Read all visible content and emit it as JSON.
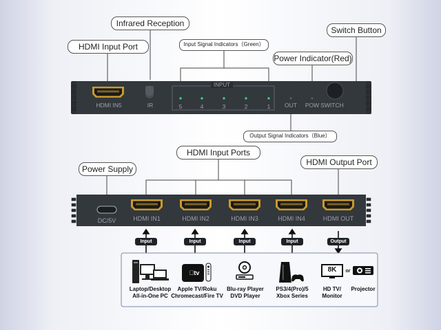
{
  "callouts": {
    "infrared_reception": "Infrared Reception",
    "hdmi_input_port": "HDMI Input Port",
    "input_signal_indicators": "Input Signal Indicators（Green）",
    "power_indicator": "Power Indicator(Red)",
    "switch_button": "Switch Button",
    "output_signal_indicators": "Output Signal Indicators（Blue）",
    "hdmi_input_ports": "HDMI Input Ports",
    "power_supply": "Power Supply",
    "hdmi_output_port": "HDMI Output Port"
  },
  "front_panel": {
    "hdmi_in5": "HDMI IN5",
    "ir": "IR",
    "input_header": "INPUT",
    "indicators": [
      "5",
      "4",
      "3",
      "2",
      "1"
    ],
    "out": "OUT",
    "pow": "POW",
    "switch": "SWITCH"
  },
  "back_panel": {
    "dc": "DC/5V",
    "ports": [
      "HDMI IN1",
      "HDMI IN2",
      "HDMI IN3",
      "HDMI IN4",
      "HDMI OUT"
    ]
  },
  "tags": [
    "Input",
    "Input",
    "Input",
    "Input",
    "Output"
  ],
  "devices": {
    "laptop": [
      "Laptop/Desktop",
      "All-in-One PC"
    ],
    "apple": [
      "Apple TV/Roku",
      "Chromecast/Fire TV"
    ],
    "bluray": [
      "Blu-ray Player",
      "DVD Player"
    ],
    "ps": [
      "PS3/4(Pro)/5",
      "Xbox Series"
    ],
    "hdtv": [
      "HD TV/",
      "Monitor"
    ],
    "projector": "Projector",
    "or": "or",
    "badge_8k": "8K",
    "apple_tv_logo": "tv"
  },
  "colors": {
    "panel": "#2a2e33",
    "indicator_green": "#3ddc84"
  }
}
